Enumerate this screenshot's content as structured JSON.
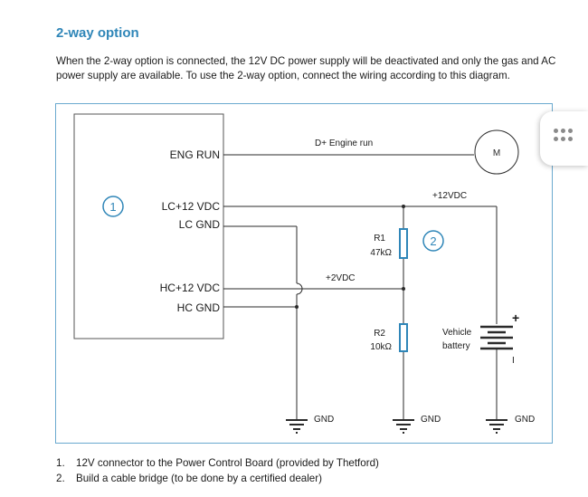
{
  "section": {
    "title": "2-way option",
    "intro": "When the 2-way option is connected, the 12V DC power supply will be deactivated and only the gas and AC power supply are available. To use the 2-way option, connect the wiring according to this diagram."
  },
  "diagram": {
    "terminals": {
      "eng_run": "ENG RUN",
      "lc_12vdc": "LC+12 VDC",
      "lc_gnd": "LC GND",
      "hc_12vdc": "HC+12 VDC",
      "hc_gnd": "HC GND"
    },
    "callouts": {
      "board": "1",
      "bridge": "2"
    },
    "motor_label": "M",
    "line_labels": {
      "engine_run": "D+ Engine run",
      "plus_12vdc": "+12VDC",
      "plus_2vdc": "+2VDC"
    },
    "resistors": {
      "r1_name": "R1",
      "r1_value": "47kΩ",
      "r2_name": "R2",
      "r2_value": "10kΩ"
    },
    "battery": {
      "label_line1": "Vehicle",
      "label_line2": "battery",
      "plus": "+",
      "minus": "I"
    },
    "ground_labels": {
      "gnd1": "GND",
      "gnd2": "GND",
      "gnd3": "GND"
    },
    "colors": {
      "accent": "#2f86b8",
      "wire": "#2a2a2a"
    }
  },
  "notes": [
    {
      "num": "1.",
      "text": "12V connector to the Power Control Board (provided by Thetford)"
    },
    {
      "num": "2.",
      "text": "Build a cable bridge (to be done by a certified dealer)"
    }
  ],
  "menu_icon": "more-dots-icon"
}
